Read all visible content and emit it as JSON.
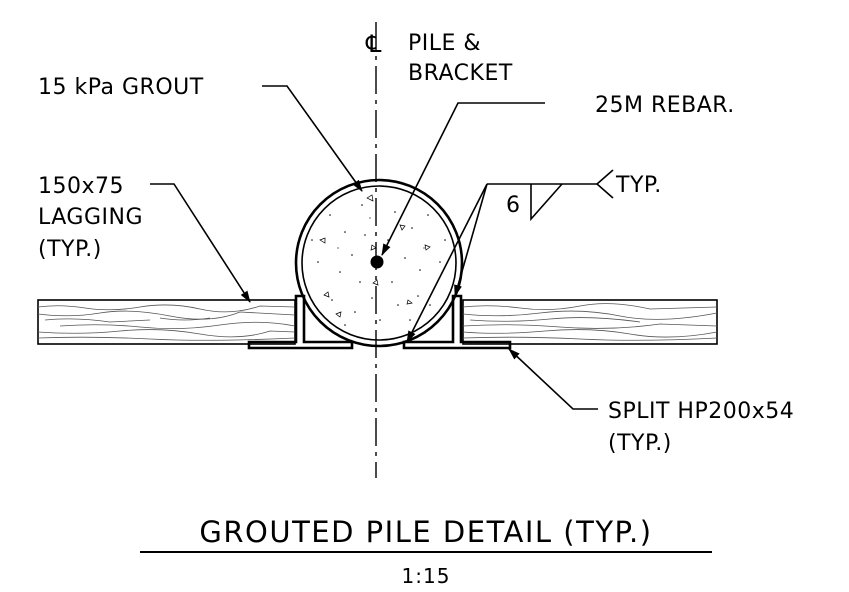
{
  "labels": {
    "centerline": "PILE &",
    "centerline_2": "BRACKET",
    "centerline_symbol": "℄",
    "grout": "15 kPa GROUT",
    "rebar": "25M REBAR.",
    "lagging_1": "150x75",
    "lagging_2": "LAGGING",
    "lagging_3": "(TYP.)",
    "weld_size": "6",
    "weld_typ": "TYP.",
    "bracket_1": "SPLIT HP200x54",
    "bracket_2": "(TYP.)"
  },
  "title": "GROUTED PILE DETAIL (TYP.)",
  "scale": "1:15",
  "colors": {
    "line": "#000000",
    "wood": "#555555",
    "background": "#ffffff"
  }
}
